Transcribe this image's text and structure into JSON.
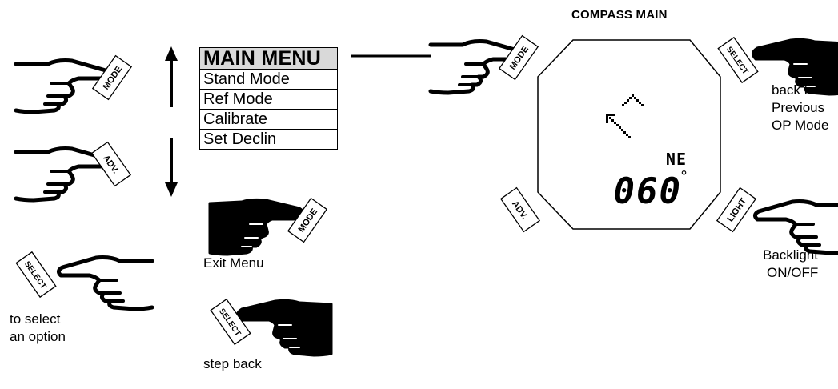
{
  "title": "COMPASS MAIN",
  "menu": {
    "header": "MAIN MENU",
    "items": [
      {
        "label": "Stand Mode"
      },
      {
        "label": "Ref Mode"
      },
      {
        "label": "Calibrate"
      },
      {
        "label": "Set Declin"
      }
    ]
  },
  "buttons": {
    "mode": "MODE",
    "adv": "ADV.",
    "select": "SELECT",
    "light": "LIGHT"
  },
  "labels": {
    "exit_menu": "Exit Menu",
    "step_back": "step back",
    "select_option_1": "to select",
    "select_option_2": "an option",
    "back_1": "back to",
    "back_2": "Previous",
    "back_3": "OP Mode",
    "backlight_1": "Backlight",
    "backlight_2": "ON/OFF"
  },
  "display": {
    "direction": "NE",
    "heading": "060",
    "degree": "°"
  }
}
